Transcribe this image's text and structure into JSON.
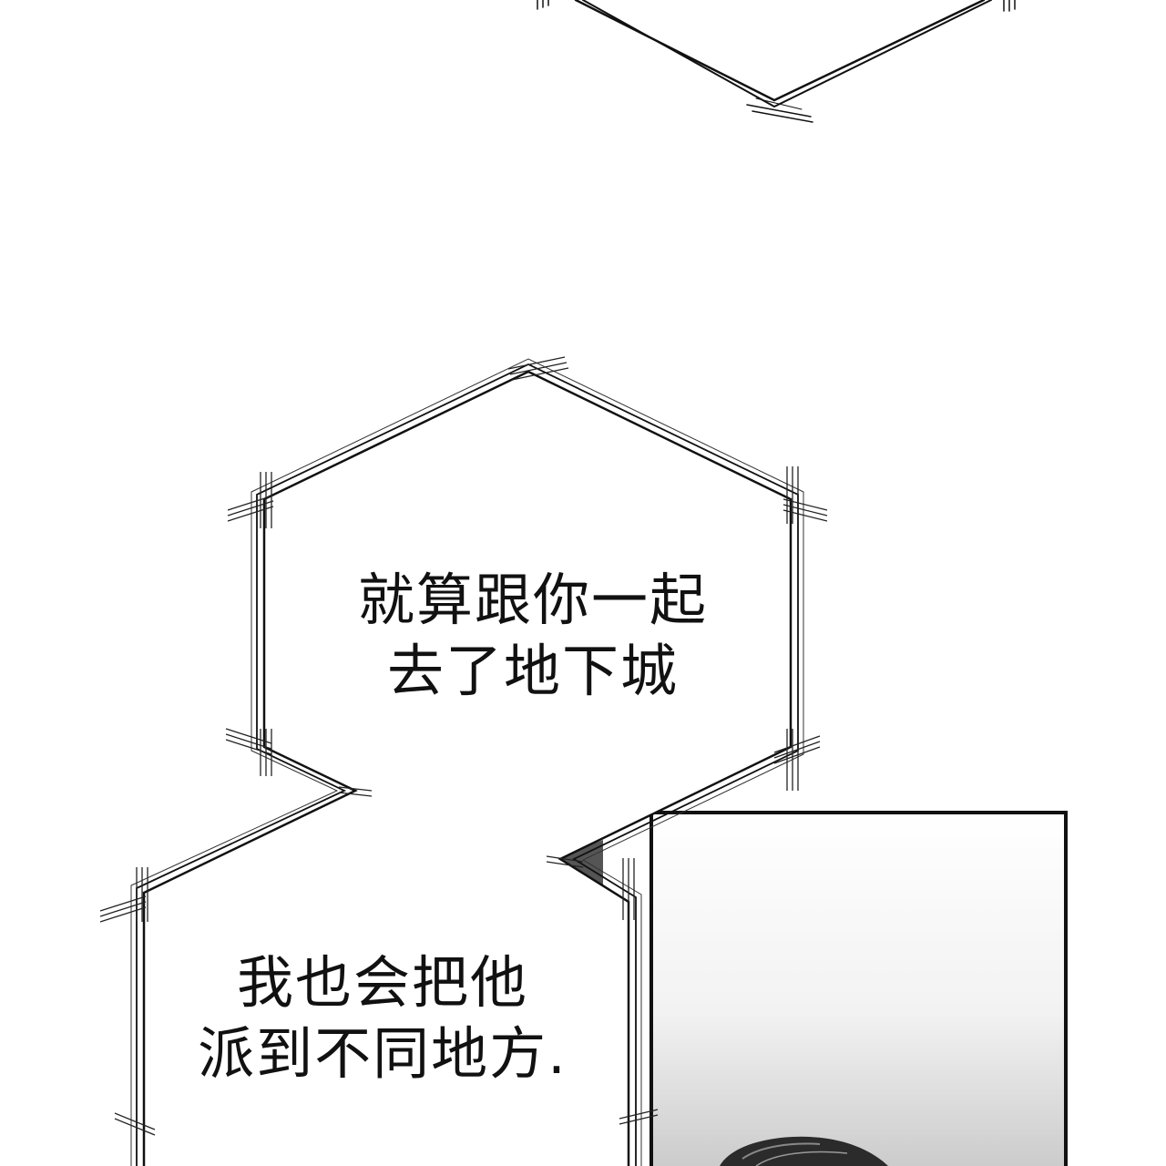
{
  "bubbles": [
    {
      "lines": [
        "就算跟你一起",
        "去了地下城"
      ]
    },
    {
      "lines": [
        "我也会把他",
        "派到不同地方."
      ]
    }
  ],
  "colors": {
    "ink": "#111111",
    "paper": "#ffffff",
    "panel_gradient_top": "#ffffff",
    "panel_gradient_bottom": "#cfcfcf"
  }
}
